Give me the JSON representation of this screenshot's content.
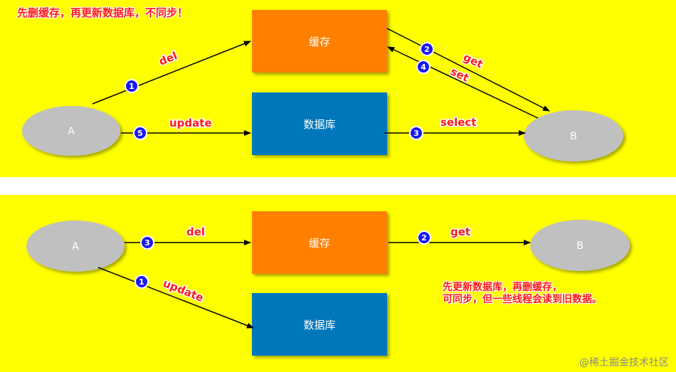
{
  "notes": {
    "top": "先删缓存，再更新数据库，不同步！",
    "bottom_line1": "先更新数据库，再删缓存，",
    "bottom_line2": "可同步，但一些线程会读到旧数据。"
  },
  "colors": {
    "panel": "#ffff00",
    "cache_box": "#ff8000",
    "db_box": "#0077bb",
    "node": "#c0c0c0",
    "badge": "#1a1aee",
    "label_red": "#ff1a1a"
  },
  "top": {
    "cache_label": "缓存",
    "db_label": "数据库",
    "node_a": "A",
    "node_b": "B",
    "edges": {
      "del": {
        "label": "del",
        "step": "1"
      },
      "get": {
        "label": "get",
        "step": "2"
      },
      "select": {
        "label": "select",
        "step": "3"
      },
      "set": {
        "label": "set",
        "step": "4"
      },
      "update": {
        "label": "update",
        "step": "5"
      }
    }
  },
  "bottom": {
    "cache_label": "缓存",
    "db_label": "数据库",
    "node_a": "A",
    "node_b": "B",
    "edges": {
      "update": {
        "label": "update",
        "step": "1"
      },
      "get": {
        "label": "get",
        "step": "2"
      },
      "del": {
        "label": "del",
        "step": "3"
      }
    }
  },
  "watermark": "@稀土掘金技术社区"
}
